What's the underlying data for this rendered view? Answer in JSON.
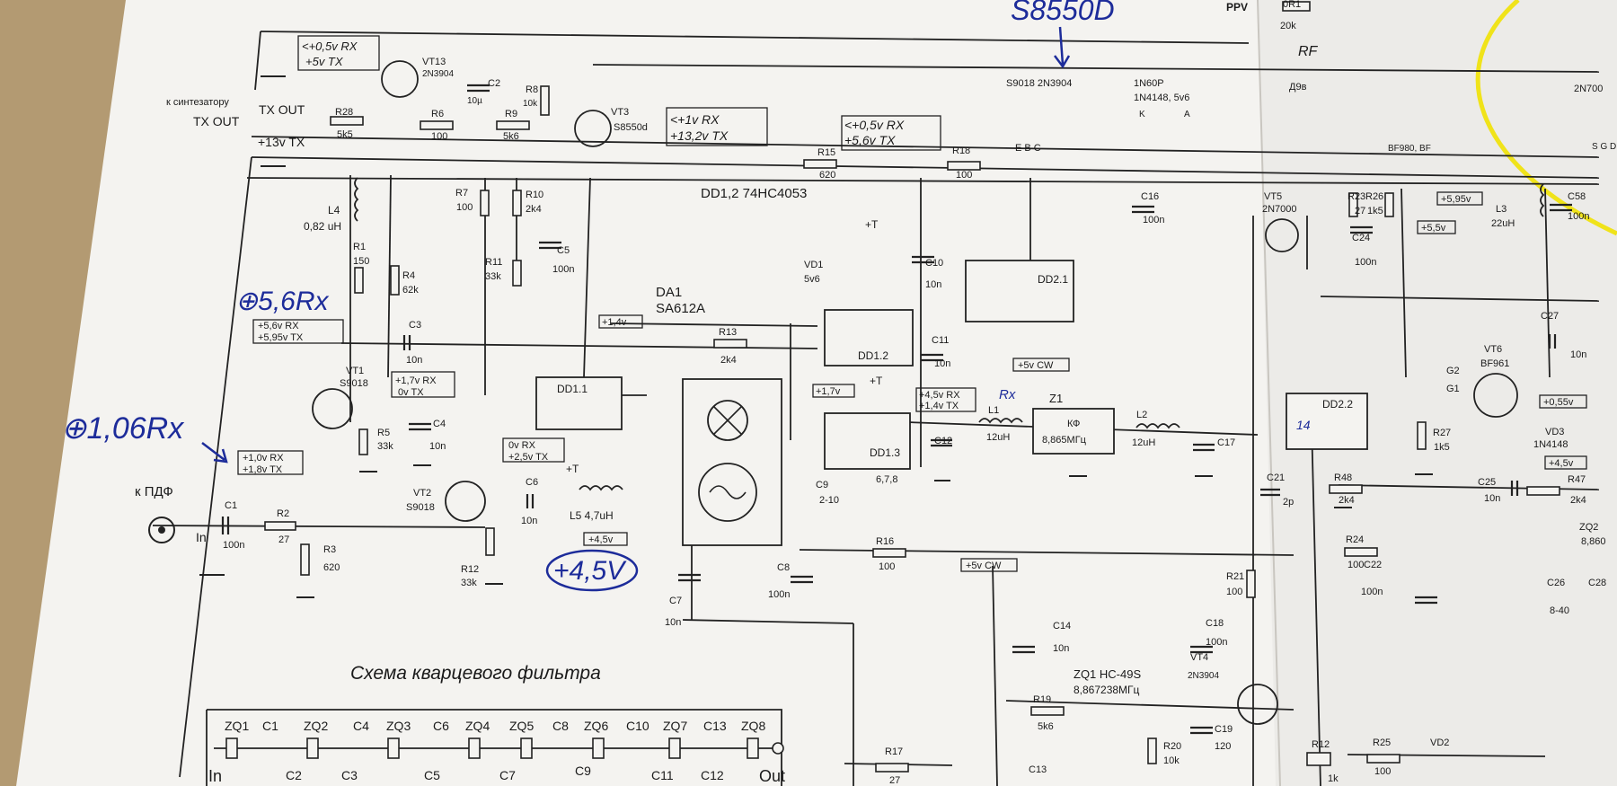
{
  "top": {
    "handwritten_code": "S8550D",
    "ppv": "PPV",
    "r0r1": "0R1",
    "r_20k": "20k",
    "rf": "RF"
  },
  "left": {
    "to_synth": "к синтезатору",
    "tx_out_1": "TX OUT",
    "tx_out_2": "TX OUT",
    "plus13": "+13v TX",
    "vt13": "VT13",
    "vt13_type": "2N3904",
    "r28": "R28",
    "r28_val": "5k5",
    "r6": "R6",
    "r6_val": "100",
    "c2": "C2",
    "c2_val": "10µ",
    "r8": "R8",
    "r8_val": "10k",
    "r9": "R9",
    "r9_val": "5k6",
    "vt3": "VT3",
    "vt3_type": "S8550d",
    "box1_l1": "<+0,5v RX",
    "box1_l2": "+5v TX",
    "box2_l1": "<+1v RX",
    "box2_l2": "+13,2v TX",
    "box3_l1": "<+0,5v RX",
    "box3_l2": "+5,6v TX",
    "r15": "R15",
    "r15_val": "620",
    "r18": "R18",
    "r18_val": "100",
    "dd12": "DD1,2  74HC4053",
    "transistor_types": "S9018   2N3904",
    "ebc": "E B C",
    "diode_1n60p": "1N60P",
    "diode_1n4148": "1N4148, 5v6",
    "k": "K",
    "a": "A"
  },
  "mid": {
    "l4": "L4",
    "l4_val": "0,82 uH",
    "r1": "R1",
    "r1_val": "150",
    "r4": "R4",
    "r4_val": "62k",
    "r7": "R7",
    "r7_val": "100",
    "r10": "R10",
    "r10_val": "2k4",
    "r11": "R11",
    "r11_val": "33k",
    "c5": "C5",
    "c5_val": "100n",
    "c3": "C3",
    "c3_val": "10n",
    "vt1": "VT1",
    "vt1_type": "S9018",
    "r5": "R5",
    "r5_val": "33k",
    "c4": "C4",
    "c4_val": "10n",
    "vt2": "VT2",
    "vt2_type": "S9018",
    "r12": "R12",
    "r12_val": "33k",
    "c6": "C6",
    "c6_val": "10n",
    "l5": "L5  4,7uH",
    "c1": "C1",
    "c1_val": "100n",
    "r2": "R2",
    "r2_val": "27",
    "r3": "R3",
    "r3_val": "620",
    "in": "In",
    "k_pdf": "к ПДФ",
    "box_a_l1": "+5,6v RX",
    "box_a_l2": "+5,95v TX",
    "box_b_l1": "+1,7v RX",
    "box_b_l2": "0v TX",
    "box_c_l1": "+1,0v RX",
    "box_c_l2": "+1,8v TX",
    "box_d_l1": "0v RX",
    "box_d_l2": "+2,5v TX",
    "dd11": "DD1.1",
    "dd12b": "DD1.2",
    "dd13": "DD1.3",
    "dd21": "DD2.1",
    "dd22": "DD2.2",
    "da1": "DA1",
    "da1_type": "SA612A",
    "r13": "R13",
    "r13_val": "2k4",
    "vd1": "VD1",
    "vd1_val": "5v6",
    "c10": "C10",
    "c10_val": "10n",
    "c11": "C11",
    "c11_val": "10n",
    "c12": "C12",
    "c9": "C9",
    "c9_val": "2-10",
    "c7": "C7",
    "c7_val": "10n",
    "c8": "C8",
    "c8_val": "100n",
    "r16": "R16",
    "r16_val": "100",
    "plusT": "+T",
    "box_14": "+1,4v",
    "box_17": "+1,7v",
    "box_45": "+4,5v",
    "box_cw": "+5v CW",
    "box_cw2": "+5v CW",
    "box_rx45_l1": "+4,5v RX",
    "box_rx45_l2": "+1,4v TX",
    "c16": "C16",
    "c16_val": "100n",
    "l1": "L1",
    "l1_val": "12uH",
    "l2": "L2",
    "l2_val": "12uH",
    "z1": "Z1",
    "z1_kf": "КФ",
    "z1_freq": "8,865МГц",
    "c17": "C17",
    "pin_678": "6,7,8",
    "c14": "C14",
    "c14_val": "10n",
    "c18": "C18",
    "c18_val": "100n",
    "vt4": "VT4",
    "vt4_type": "2N3904",
    "zq1": "ZQ1  HC-49S",
    "zq1_freq": "8,867238МГц",
    "r19": "R19",
    "r19_val": "5k6",
    "r20": "R20",
    "r20_val": "10k",
    "c19": "C19",
    "c19_val": "120",
    "c13": "C13",
    "r17": "R17",
    "r17_val": "27",
    "r21": "R21",
    "r21_val": "100",
    "r24": "R24",
    "r24_val": "100",
    "c22": "C22",
    "c22_val": "100n"
  },
  "right": {
    "vt5": "VT5",
    "vt5_type": "2N7000",
    "r23": "R23",
    "r23_val": "27",
    "r26": "R26",
    "r26_val": "1k5",
    "c24": "C24",
    "c24_val": "100n",
    "l3": "L3",
    "l3_val": "22uH",
    "c58": "C58",
    "c58_val": "100n",
    "box_595": "+5,95v",
    "box_55": "+5,5v",
    "c27": "C27",
    "c27_val": "10n",
    "vt6": "VT6",
    "vt6_type": "BF961",
    "box_055": "+0,55v",
    "vd3": "VD3",
    "vd3_val": "1N4148",
    "box_45b": "+4,5v",
    "r27": "R27",
    "r27_val": "1k5",
    "r48": "R48",
    "r48_val": "2k4",
    "c25": "C25",
    "c25_val": "10n",
    "r47": "R47",
    "r47_val": "2k4",
    "zq2": "ZQ2",
    "zq2_val": "8,860",
    "c26": "C26",
    "c26_val": "8-40",
    "c28": "C28",
    "r25": "R25",
    "r25_val": "100",
    "vd2": "VD2",
    "r12b": "R12",
    "r12b_val": "1k",
    "bf980": "BF980, BF",
    "d9v": "Д9в",
    "n2n700": "2N700",
    "sgd": "S G D",
    "g1": "G1",
    "g2": "G2",
    "c21": "C21",
    "c21_val": "2p"
  },
  "filter": {
    "title": "Схема кварцевого фильтра",
    "top_labels": [
      "ZQ1",
      "C1",
      "ZQ2",
      "C4",
      "ZQ3",
      "C6",
      "ZQ4",
      "ZQ5",
      "C8",
      "ZQ6",
      "C10",
      "ZQ7",
      "C13",
      "ZQ8"
    ],
    "bottom_labels": [
      "C2",
      "C3",
      "C5",
      "C7",
      "C9",
      "C11",
      "C12"
    ],
    "in": "In",
    "out": "Out"
  },
  "handwritten": {
    "v56rx": "⊕5,6Rx",
    "v106rx": "⊕1,06Rx",
    "v45": "+4,5V",
    "rx_mark": "Rx",
    "n14": "14"
  }
}
